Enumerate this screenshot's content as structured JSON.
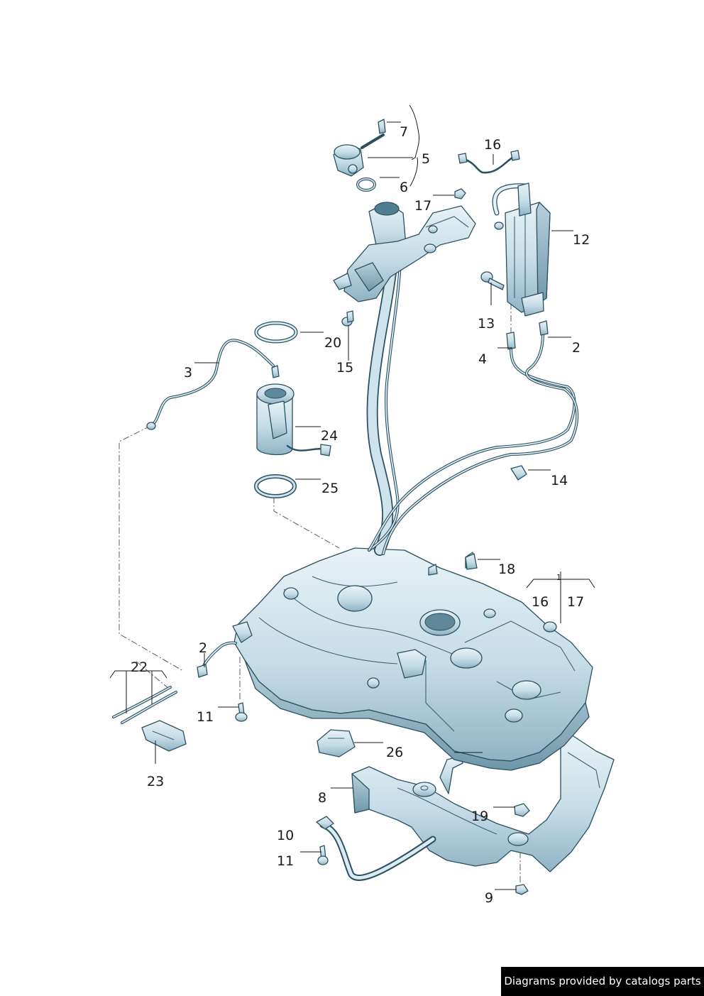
{
  "diagram": {
    "type": "exploded-parts-diagram",
    "subject": "fuel tank assembly",
    "callouts": {
      "c1": "1",
      "c2a": "2",
      "c2b": "2",
      "c3": "3",
      "c4": "4",
      "c5": "5",
      "c6": "6",
      "c7": "7",
      "c8": "8",
      "c9": "9",
      "c10": "10",
      "c11a": "11",
      "c11b": "11",
      "c12": "12",
      "c13": "13",
      "c14": "14",
      "c15": "15",
      "c16a": "16",
      "c16b": "16",
      "c17a": "17",
      "c17b": "17",
      "c18": "18",
      "c19": "19",
      "c20": "20",
      "c22": "22",
      "c23": "23",
      "c24": "24",
      "c25": "25",
      "c26": "26"
    }
  },
  "footer": {
    "credit": "Diagrams provided by catalogs parts"
  },
  "colors": {
    "part_fill": "#c8dee8",
    "part_outline": "#2a5060",
    "credit_bg": "#000000",
    "credit_text": "#ffffff"
  }
}
